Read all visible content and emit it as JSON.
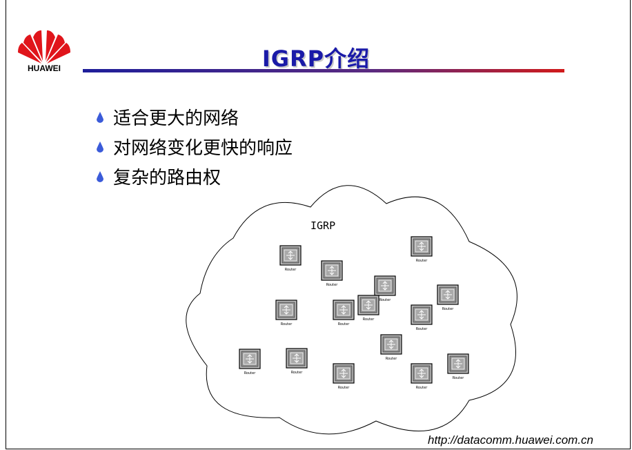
{
  "header": {
    "brand": "HUAWEI",
    "title": "IGRP介绍"
  },
  "bullets": [
    "适合更大的网络",
    "对网络变化更快的响应",
    "复杂的路由权"
  ],
  "diagram": {
    "cloud_label": "IGRP",
    "router_label": "Router",
    "router_count": 16
  },
  "footer": {
    "url": "http://datacomm.huawei.com.cn"
  },
  "colors": {
    "title": "#1a1aa8",
    "logo": "#e0151b",
    "bullet": "#3b5bd9"
  }
}
